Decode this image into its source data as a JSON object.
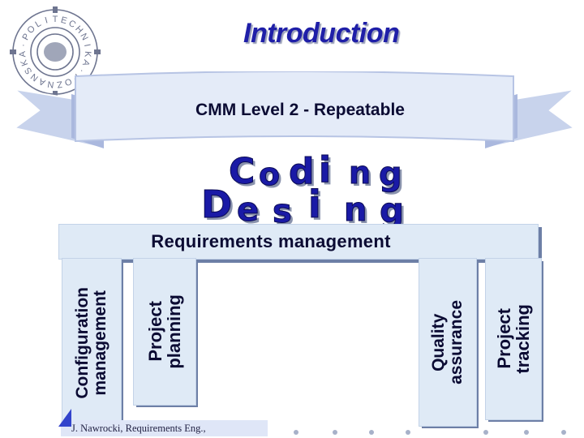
{
  "header": {
    "title": "Introduction"
  },
  "logo": {
    "letters": [
      "T",
      "E",
      "C",
      "H",
      "N",
      "I",
      "K",
      "A",
      "·",
      "P",
      "O",
      "Z",
      "N",
      "A",
      "N",
      "S",
      "K",
      "A",
      "·",
      "P",
      "O",
      "L",
      "I"
    ]
  },
  "banner": {
    "label": "CMM Level 2 - Repeatable"
  },
  "wordart": {
    "line1": [
      "C",
      "o",
      "d",
      "i",
      "n",
      "g"
    ],
    "line2": [
      "D",
      "e",
      "s",
      "i",
      "n",
      "g"
    ]
  },
  "requirements": {
    "label": "Requirements management"
  },
  "columns": {
    "configuration": {
      "line1": "Configuration",
      "line2": "management"
    },
    "planning": {
      "line1": "Project",
      "line2": "planning"
    },
    "quality": {
      "line1": "Quality",
      "line2": "assurance"
    },
    "tracking": {
      "line1": "Project",
      "line2": "tracking"
    }
  },
  "footer": {
    "text": "J. Nawrocki, Requirements Eng.,"
  },
  "colors": {
    "title": "#1f1fa8",
    "wordart": "#1a1aa6",
    "panel": "#dfeaf6",
    "shadow": "#6d7fa6"
  }
}
